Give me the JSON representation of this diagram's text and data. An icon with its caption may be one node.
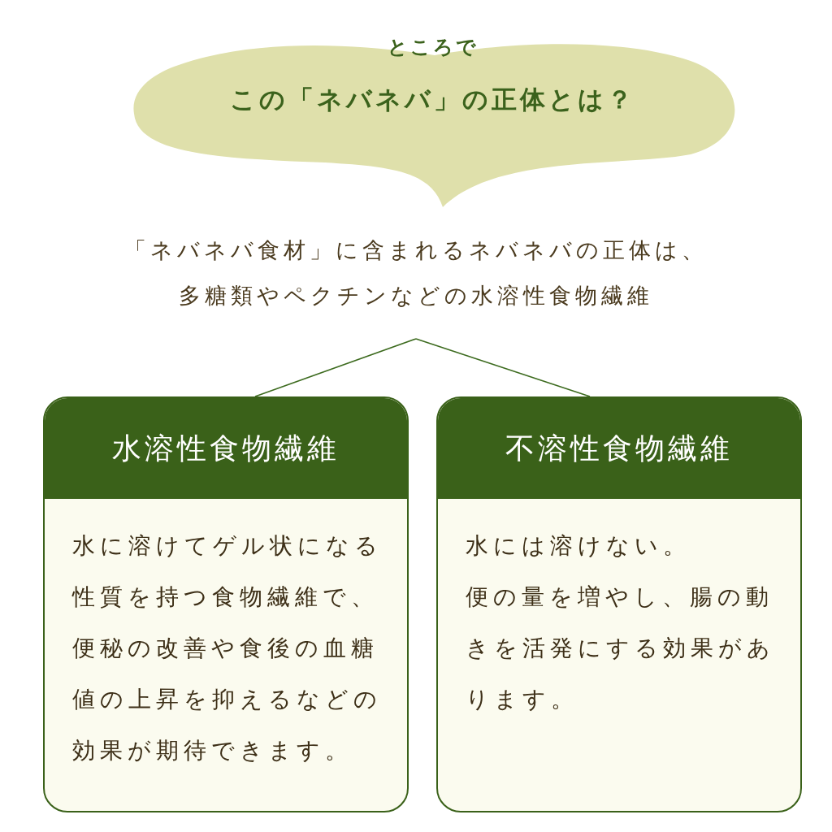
{
  "diagram": {
    "nodes": [
      {
        "text": [
          "ところで",
          "この「ネバネバ」の正体とは？"
        ]
      },
      {
        "text": [
          "「ネバネバ食材」に含まれるネバネバの正体は、多糖類やペクチンなどの水溶性食物繊維"
        ]
      },
      {
        "text": [
          "水溶性食物繊維",
          "水に溶けてゲル状になる性質を持つ食物繊維で、便秘の改善や食後の血糖値の上昇を抑えるなどの効果が期待できます。"
        ]
      },
      {
        "text": [
          "不溶性食物繊維",
          "水には溶けない。",
          "便の量を増やし、腸の動きを活発にする効果があります。"
        ]
      }
    ],
    "edges": [
      {
        "from": 1,
        "to": 2,
        "arrow": "none"
      },
      {
        "from": 1,
        "to": 3,
        "arrow": "none"
      }
    ]
  }
}
